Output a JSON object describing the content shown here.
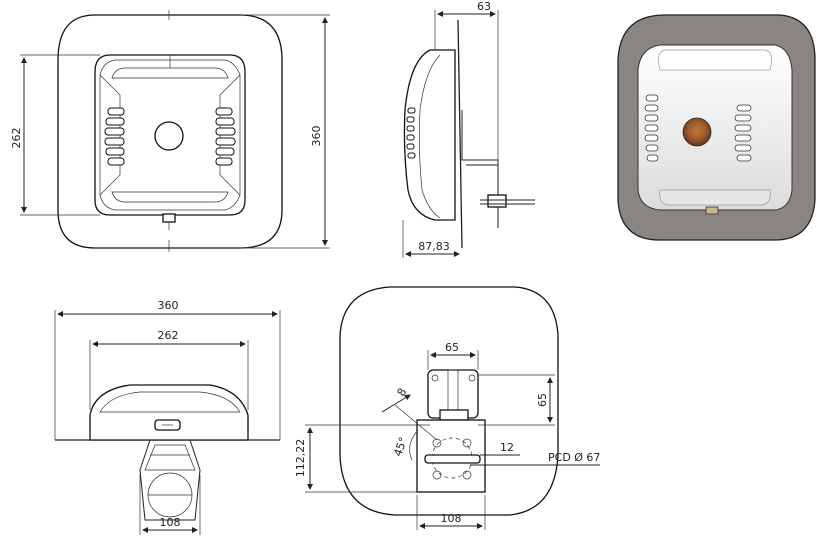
{
  "dimensions": {
    "front_height_outer": "360",
    "front_height_inner": "262",
    "side_width": "63",
    "side_depth": "87,83",
    "bottom_width_outer": "360",
    "bottom_width_inner": "262",
    "bottom_bracket_width": "108",
    "rear_bracket_width": "65",
    "rear_bracket_height": "65",
    "rear_hole_dia": "8",
    "rear_angle": "45°",
    "rear_offset": "112,22",
    "rear_slot": "12",
    "rear_pcd": "PCD Ø 67",
    "rear_plate_width": "108"
  },
  "colors": {
    "line": "#222222",
    "render_bezel": "#8a8582",
    "render_body": "#f4f4f4",
    "render_lens": "#9c5a2a"
  }
}
